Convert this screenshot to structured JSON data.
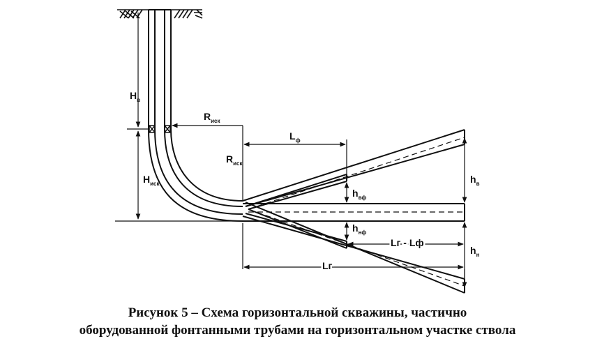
{
  "diagram": {
    "labels": {
      "h_v_left": {
        "main": "H",
        "sub": "в"
      },
      "r_isk_top": {
        "main": "R",
        "sub": "иск"
      },
      "r_isk_mid": {
        "main": "R",
        "sub": "иск"
      },
      "h_isk": {
        "main": "H",
        "sub": "иск"
      },
      "l_f": {
        "main": "L",
        "sub": "ф"
      },
      "h_vf": {
        "main": "h",
        "sub": "вф"
      },
      "h_nf": {
        "main": "h",
        "sub": "нф"
      },
      "h_v_right": {
        "main": "h",
        "sub": "в"
      },
      "h_n_right": {
        "main": "h",
        "sub": "н"
      },
      "l_g": "Lг",
      "l_g_minus_l_f": "Lг - Lф"
    }
  },
  "caption": {
    "line1": "Рисунок 5 – Схема  горизонтальной скважины, частично",
    "line2": "оборудованной фонтанными трубами на горизонтальном  участке ствола"
  }
}
